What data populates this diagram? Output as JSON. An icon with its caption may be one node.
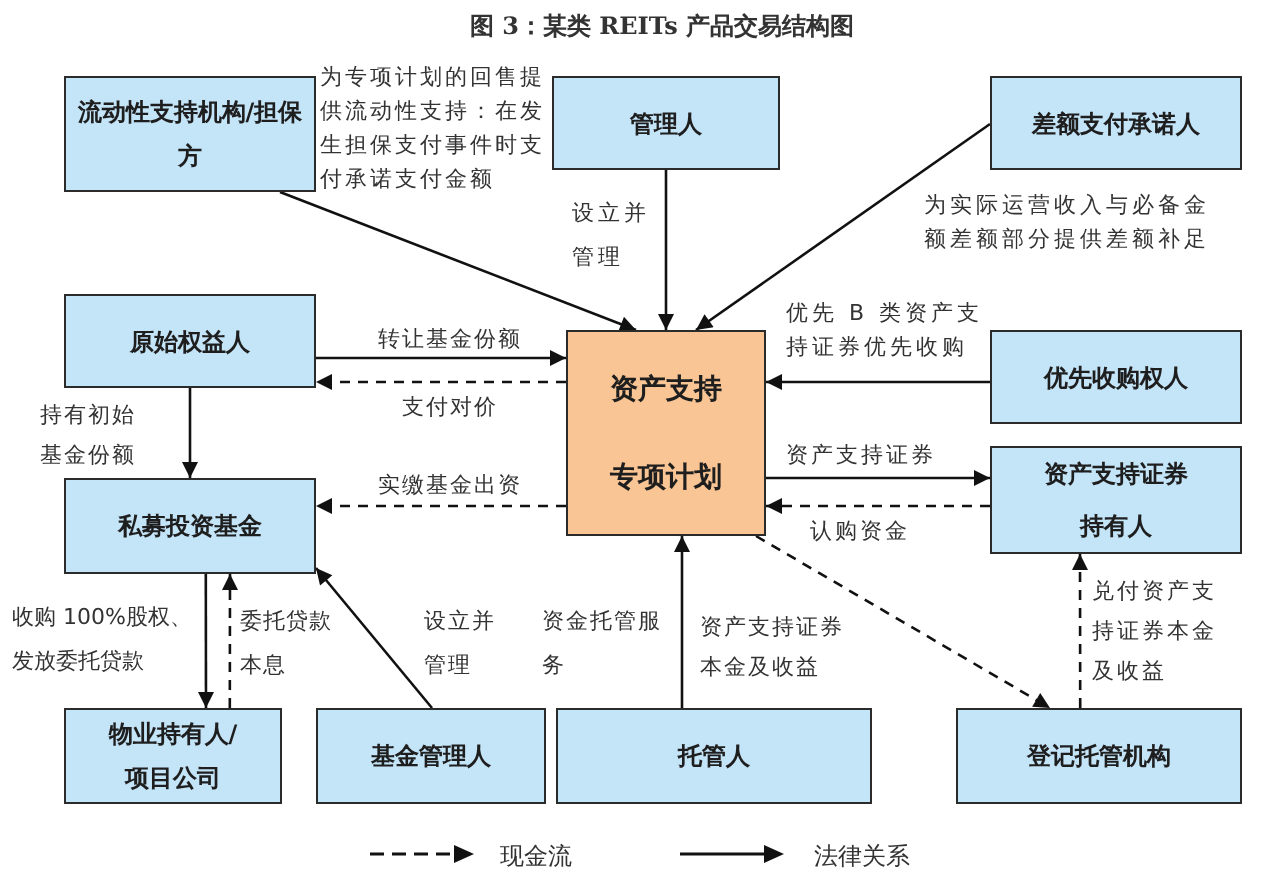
{
  "diagram": {
    "title": "图 3：某类 REITs 产品交易结构图",
    "nodes": [
      {
        "text": [
          "流动性支持机构/担保方"
        ]
      },
      {
        "text": [
          "管理人"
        ]
      },
      {
        "text": [
          "差额支付承诺人"
        ]
      },
      {
        "text": [
          "原始权益人"
        ]
      },
      {
        "text": [
          "资产支持专项计划"
        ]
      },
      {
        "text": [
          "优先收购权人"
        ]
      },
      {
        "text": [
          "资产支持证券持有人"
        ]
      },
      {
        "text": [
          "私募投资基金"
        ]
      },
      {
        "text": [
          "物业持有人/项目公司"
        ]
      },
      {
        "text": [
          "基金管理人"
        ]
      },
      {
        "text": [
          "托管人"
        ]
      },
      {
        "text": [
          "登记托管机构"
        ]
      }
    ],
    "edges": [
      {
        "from": 0,
        "to": 4,
        "arrow": "to",
        "label": "为专项计划的回售提供流动性支持：在发生担保支付事件时支付承诺支付金额"
      },
      {
        "from": 1,
        "to": 4,
        "arrow": "to",
        "label": "设立并管理"
      },
      {
        "from": 2,
        "to": 4,
        "arrow": "to",
        "label": "为实际运营收入与必备金额差额部分提供差额补足"
      },
      {
        "from": 5,
        "to": 4,
        "arrow": "to",
        "label": "优先 B 类资产支持证券优先收购"
      },
      {
        "from": 3,
        "to": 4,
        "arrow": "to",
        "label": "转让基金份额"
      },
      {
        "from": 4,
        "to": 3,
        "arrow": "to",
        "label": "支付对价",
        "style": "dashed"
      },
      {
        "from": 4,
        "to": 7,
        "arrow": "to",
        "label": "实缴基金出资",
        "style": "dashed"
      },
      {
        "from": 3,
        "to": 7,
        "arrow": "to",
        "label": "持有初始基金份额"
      },
      {
        "from": 4,
        "to": 6,
        "arrow": "to",
        "label": "资产支持证券"
      },
      {
        "from": 6,
        "to": 4,
        "arrow": "to",
        "label": "认购资金",
        "style": "dashed"
      },
      {
        "from": 7,
        "to": 8,
        "arrow": "to",
        "label": "收购 100%股权、发放委托贷款"
      },
      {
        "from": 8,
        "to": 7,
        "arrow": "to",
        "label": "委托贷款本息",
        "style": "dashed"
      },
      {
        "from": 9,
        "to": 7,
        "arrow": "to",
        "label": "设立并管理"
      },
      {
        "from": 10,
        "to": 4,
        "arrow": "to",
        "label": "资金托管服务"
      },
      {
        "from": 4,
        "to": 11,
        "arrow": "to",
        "label": "资产支持证券本金及收益",
        "style": "dashed"
      },
      {
        "from": 11,
        "to": 6,
        "arrow": "to",
        "label": "兑付资产支持证券本金及收益",
        "style": "dashed"
      }
    ],
    "legend": [
      {
        "text": "现金流"
      },
      {
        "text": "法律关系"
      }
    ]
  }
}
